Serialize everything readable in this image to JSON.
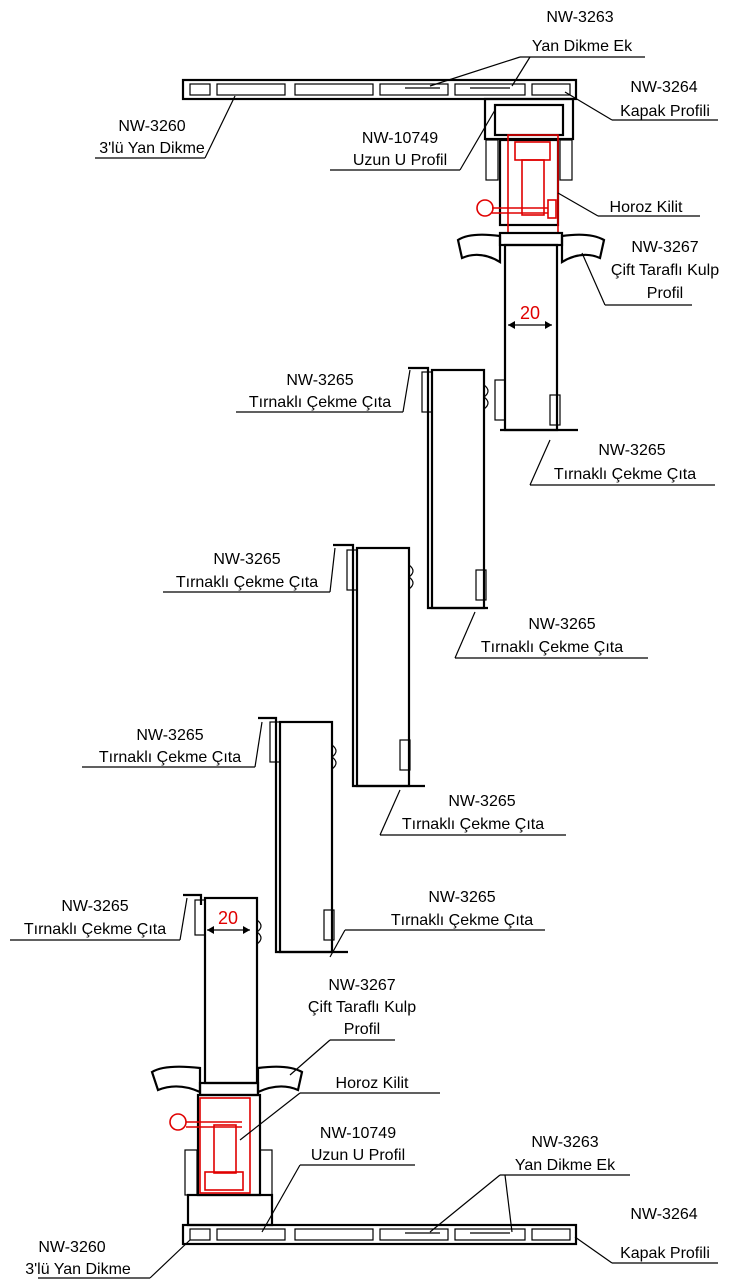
{
  "labels": {
    "top_yan_dikme_ek_code": "NW-3263",
    "top_yan_dikme_ek_name": "Yan Dikme Ek",
    "top_kapak_code": "NW-3264",
    "top_kapak_name": "Kapak Profili",
    "top_3lu_code": "NW-3260",
    "top_3lu_name": "3'lü Yan Dikme",
    "top_uzun_u_code": "NW-10749",
    "top_uzun_u_name": "Uzun U Profil",
    "top_horoz": "Horoz Kilit",
    "top_kulp_code": "NW-3267",
    "top_kulp_name1": "Çift Taraflı Kulp",
    "top_kulp_name2": "Profil",
    "cekme_code": "NW-3265",
    "cekme_name": "Tırnaklı Çekme Çıta",
    "bot_kulp_code": "NW-3267",
    "bot_kulp_name1": "Çift Taraflı Kulp",
    "bot_kulp_name2": "Profil",
    "bot_horoz": "Horoz Kilit",
    "bot_uzun_u_code": "NW-10749",
    "bot_uzun_u_name": "Uzun U Profil",
    "bot_yan_dikme_ek_code": "NW-3263",
    "bot_yan_dikme_ek_name": "Yan Dikme Ek",
    "bot_kapak_code": "NW-3264",
    "bot_kapak_name": "Kapak Profili",
    "bot_3lu_code": "NW-3260",
    "bot_3lu_name": "3'lü Yan Dikme"
  },
  "dimensions": {
    "top_gap": "20",
    "bottom_gap": "20"
  },
  "colors": {
    "line": "#000000",
    "lock": "#e00000"
  }
}
